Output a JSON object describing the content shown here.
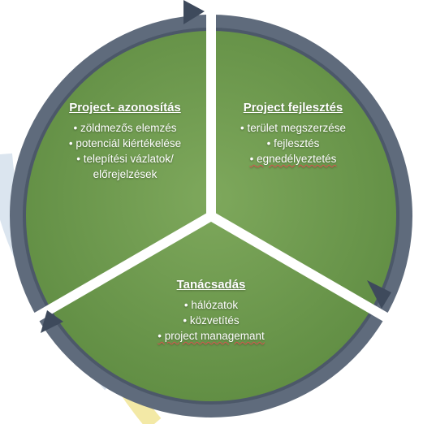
{
  "colors": {
    "ring": "#5f6b7c",
    "ring_edge": "#3e4a5c",
    "fill": "#6e9a4e",
    "fill_dark": "#5a853d",
    "divider": "#ffffff",
    "decor_gold": "#f3e9a6",
    "decor_blue": "#dbe5ef"
  },
  "segments": [
    {
      "id": "left",
      "title": "Project- azonosítás",
      "items": [
        "zöldmezős elemzés",
        "potenciál kiértékelése",
        "telepítési vázlatok/ előrejelzések"
      ]
    },
    {
      "id": "right",
      "title": "Project fejlesztés",
      "items": [
        "terület megszerzése",
        "fejlesztés",
        "egnedélyeztetés"
      ]
    },
    {
      "id": "bottom",
      "title": "Tanácsadás",
      "items": [
        "hálózatok",
        "közvetítés",
        "project managemant"
      ]
    }
  ]
}
